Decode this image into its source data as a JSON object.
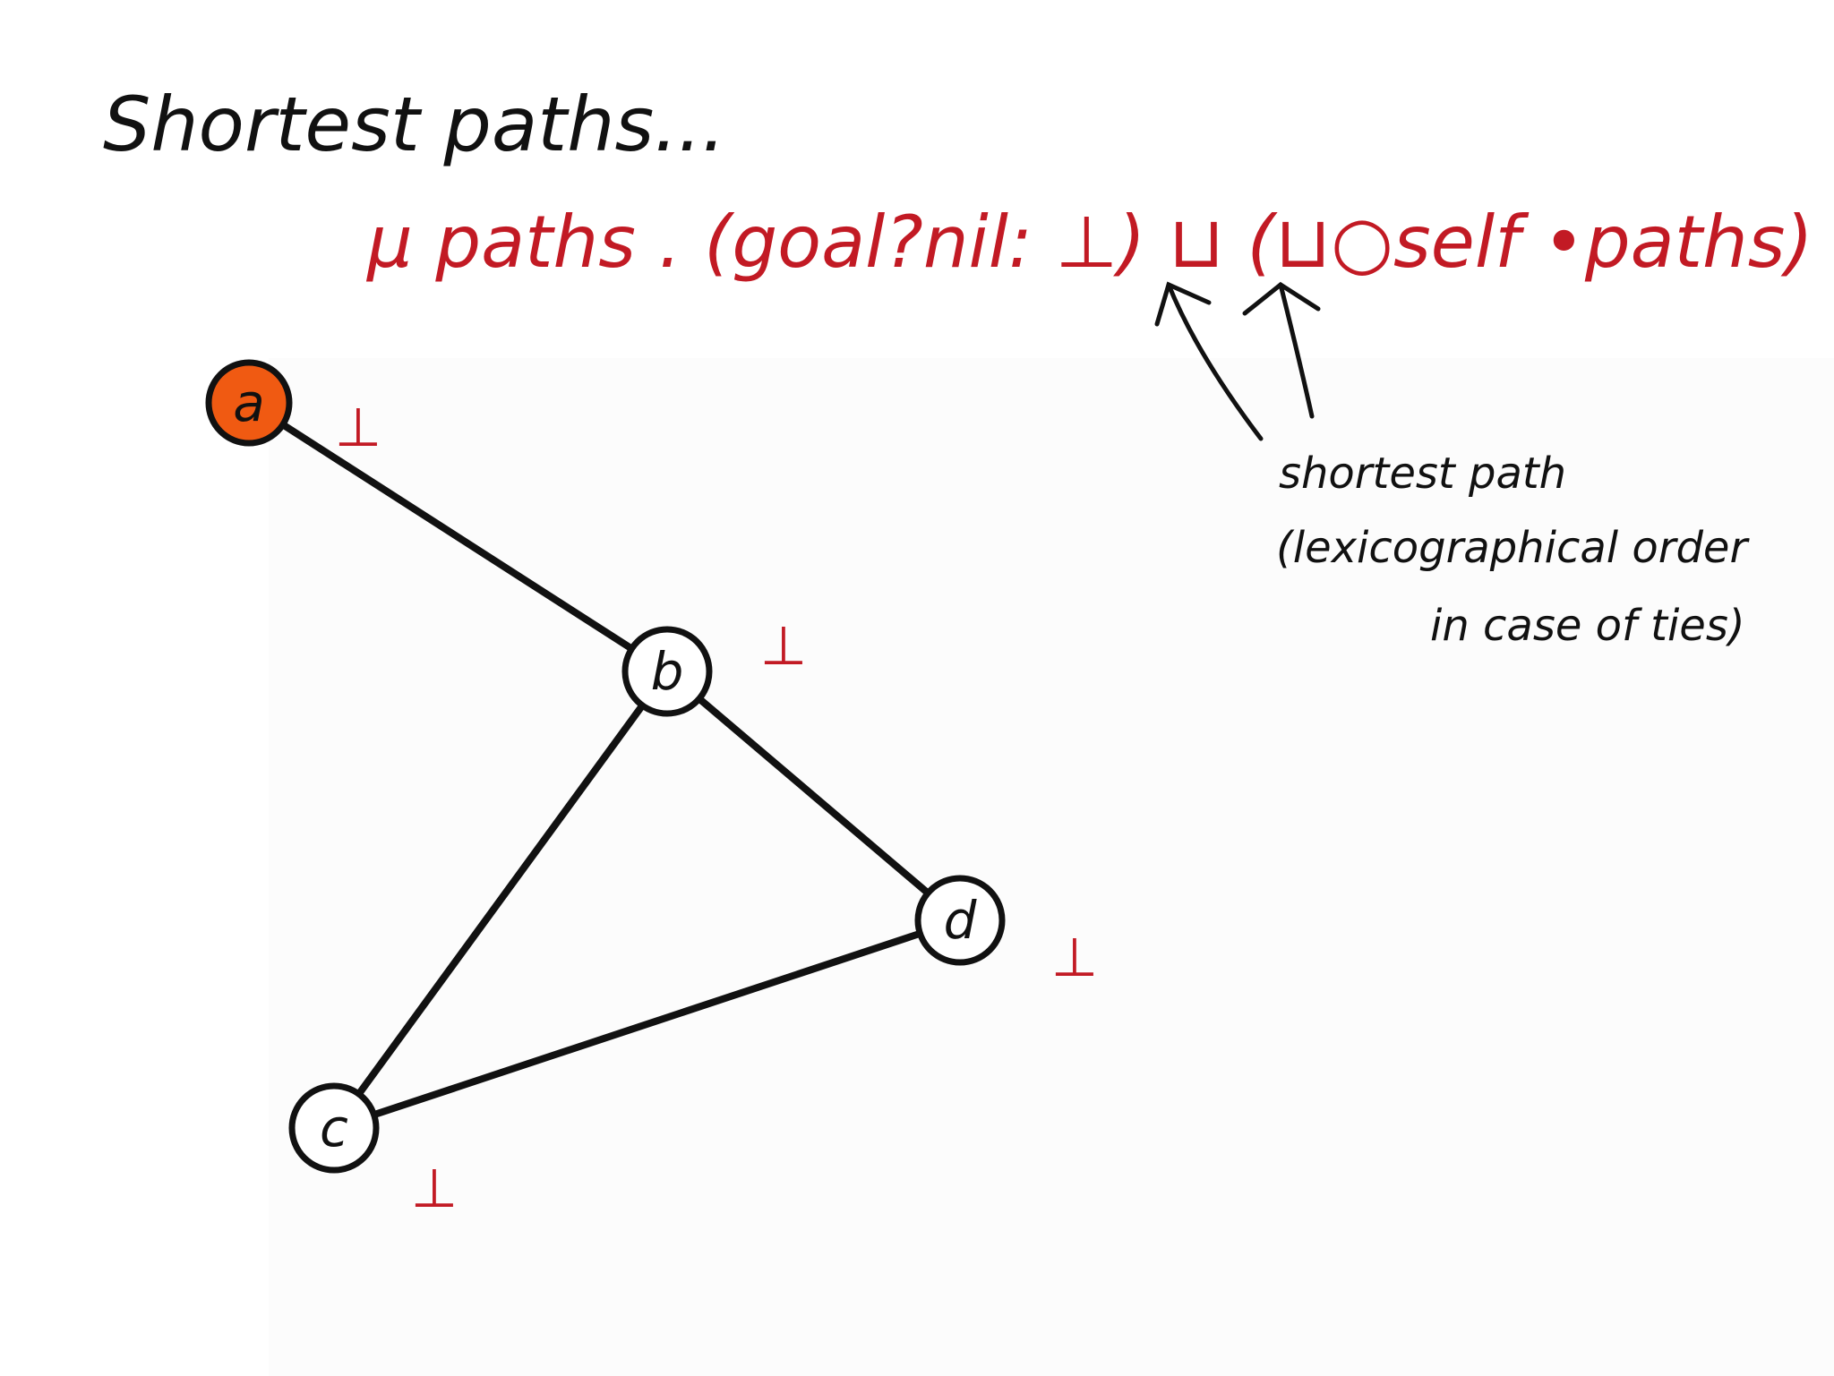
{
  "title": "Shortest paths...",
  "formula": "μ paths . (goal?nil: ⊥) ⊔ (⊔○self •paths)",
  "annotation": {
    "line1": "shortest path",
    "line2": "(lexicographical order",
    "line3": "in case of ties)"
  },
  "nodes": [
    {
      "id": "a",
      "label": "a",
      "value": "⊥",
      "highlighted": true
    },
    {
      "id": "b",
      "label": "b",
      "value": "⊥",
      "highlighted": false
    },
    {
      "id": "c",
      "label": "c",
      "value": "⊥",
      "highlighted": false
    },
    {
      "id": "d",
      "label": "d",
      "value": "⊥",
      "highlighted": false
    }
  ],
  "edges": [
    {
      "from": "a",
      "to": "b"
    },
    {
      "from": "b",
      "to": "c"
    },
    {
      "from": "b",
      "to": "d"
    },
    {
      "from": "c",
      "to": "d"
    }
  ],
  "colors": {
    "ink": "#111111",
    "formula": "#c21a24",
    "highlight": "#f05a12",
    "node_fill": "#ffffff"
  }
}
